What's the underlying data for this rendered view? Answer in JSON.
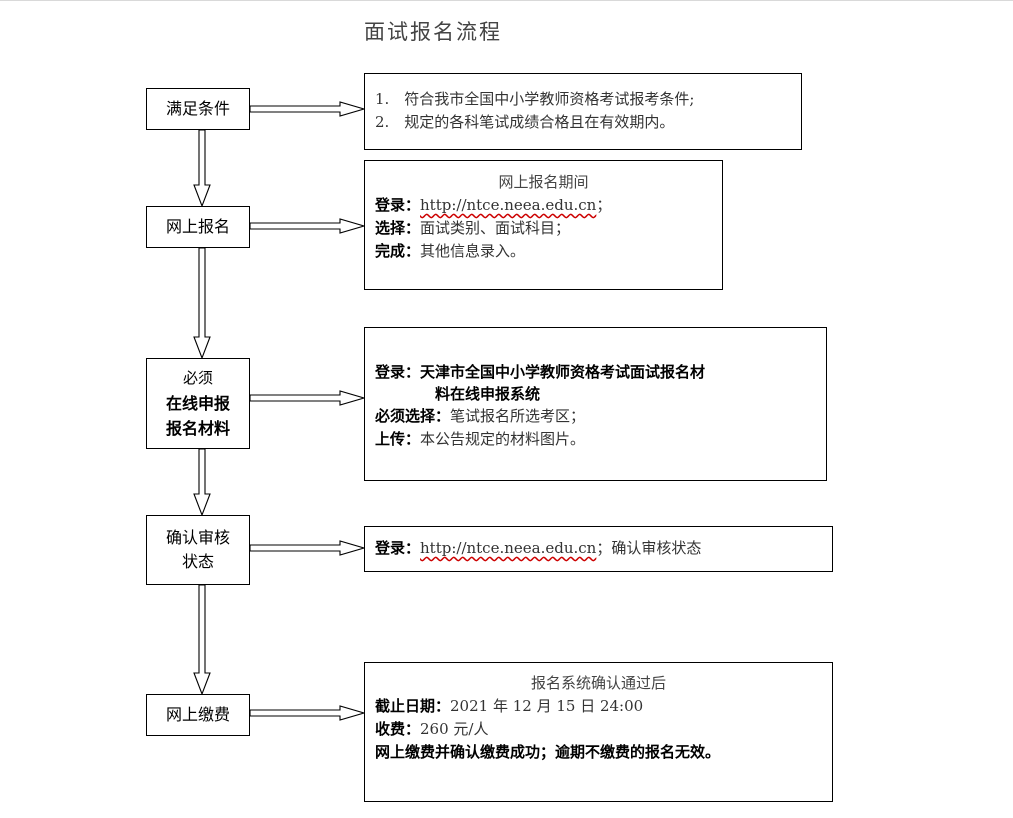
{
  "title": "面试报名流程",
  "steps": [
    {
      "label": "满足条件"
    },
    {
      "label": "网上报名"
    },
    {
      "label_small": "必须",
      "label_bold_1": "在线申报",
      "label_bold_2": "报名材料"
    },
    {
      "label_1": "确认审核",
      "label_2": "状态"
    },
    {
      "label": "网上缴费"
    }
  ],
  "info": {
    "conditions": {
      "item1": "1.　符合我市全国中小学教师资格考试报考条件;",
      "item2": "2.　规定的各科笔试成绩合格且在有效期内。"
    },
    "register": {
      "heading": "网上报名期间",
      "login_key": "登录：",
      "login_url": "http://ntce.neea.edu.cn",
      "login_tail": "；",
      "select_key": "选择：",
      "select_val": "面试类别、面试科目；",
      "complete_key": "完成：",
      "complete_val": "其他信息录入。"
    },
    "materials": {
      "login_key": "登录：",
      "login_val_1": "天津市全国中小学教师资格考试面试报名材",
      "login_val_2": "料在线申报系统",
      "choose_key": "必须选择：",
      "choose_val": "笔试报名所选考区；",
      "upload_key": "上传：",
      "upload_val": "本公告规定的材料图片。"
    },
    "review": {
      "login_key": "登录：",
      "login_url": "http://ntce.neea.edu.cn",
      "login_tail": "；确认审核状态"
    },
    "payment": {
      "heading": "报名系统确认通过后",
      "deadline_key": "截止日期：",
      "deadline_val": "2021 年 12 月 15 日 24:00",
      "fee_key": "收费：",
      "fee_val": "260 元/人",
      "note": "网上缴费并确认缴费成功；逾期不缴费的报名无效。"
    }
  }
}
